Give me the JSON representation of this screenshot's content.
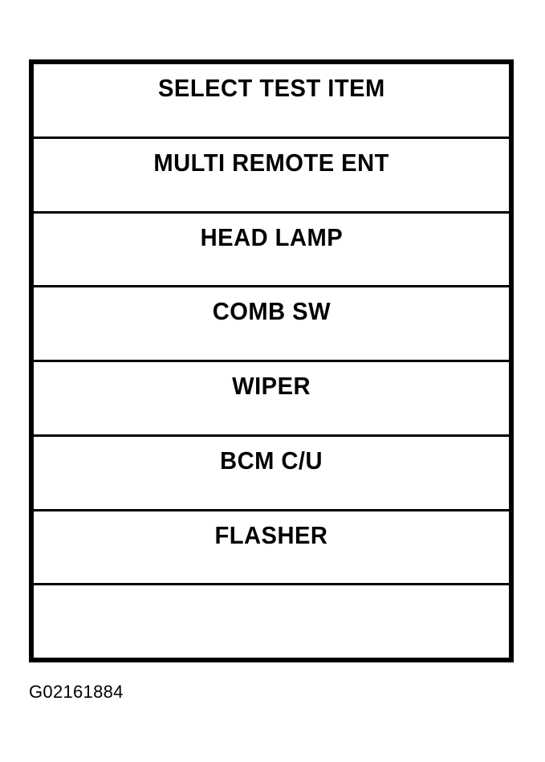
{
  "figure": {
    "title_row": "SELECT TEST ITEM",
    "rows": [
      {
        "label": "SELECT TEST ITEM",
        "empty": false
      },
      {
        "label": "MULTI REMOTE ENT",
        "empty": false
      },
      {
        "label": "HEAD LAMP",
        "empty": false
      },
      {
        "label": "COMB SW",
        "empty": false
      },
      {
        "label": "WIPER",
        "empty": false
      },
      {
        "label": "BCM C/U",
        "empty": false
      },
      {
        "label": "FLASHER",
        "empty": false
      },
      {
        "label": "",
        "empty": true
      }
    ],
    "border_color": "#000000",
    "background_color": "#ffffff",
    "text_color": "#000000"
  },
  "caption": {
    "text": "G02161884"
  }
}
